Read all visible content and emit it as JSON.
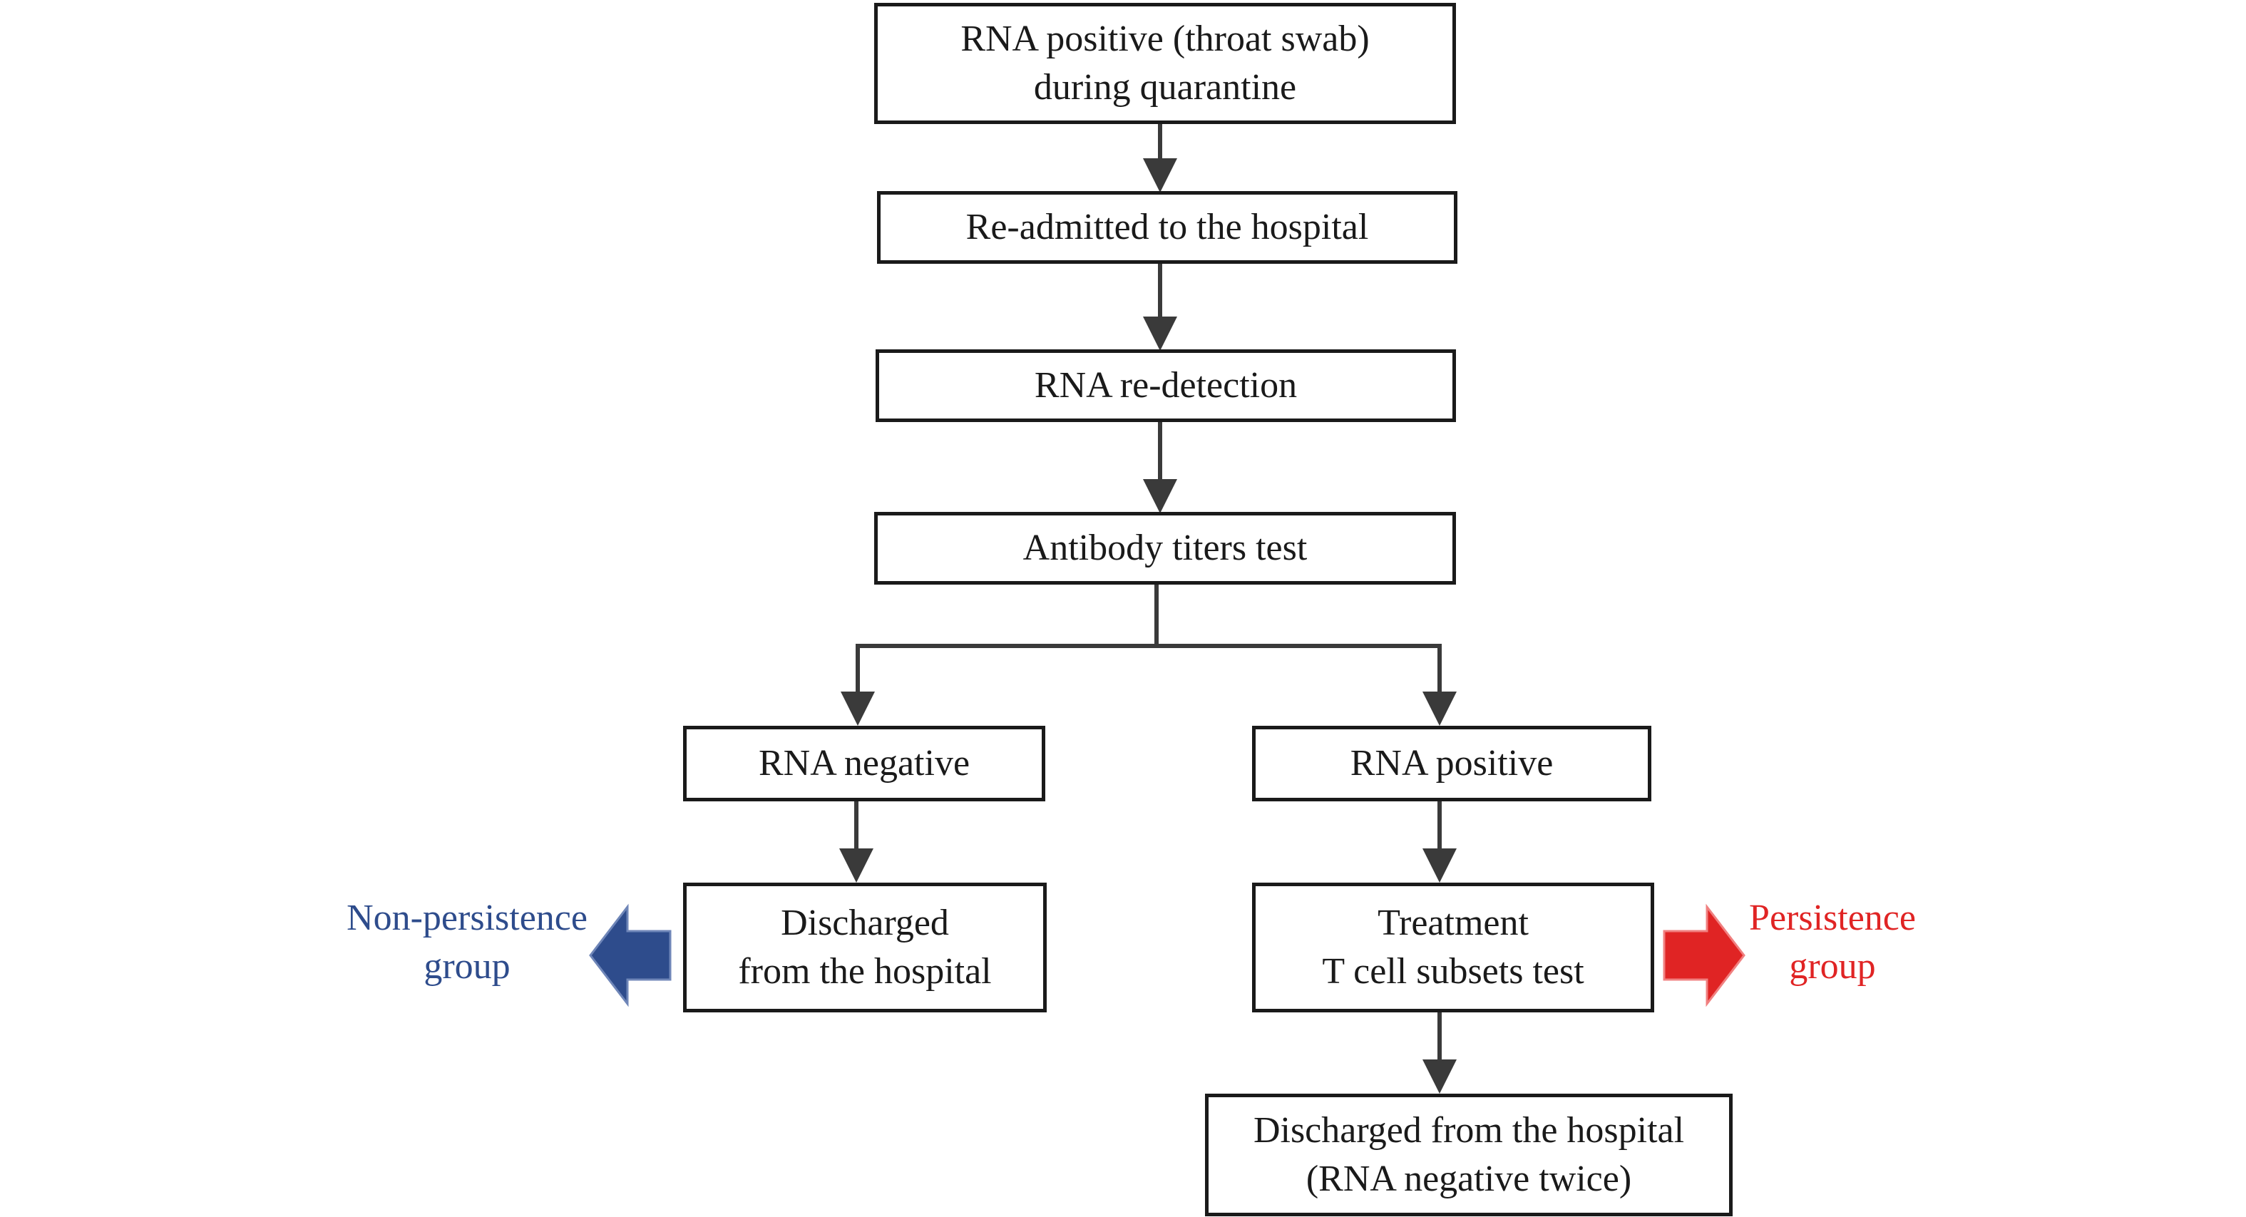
{
  "boxes": {
    "quarantine": {
      "line1": "RNA positive (throat swab)",
      "line2": "during quarantine"
    },
    "readmitted": {
      "text": "Re-admitted to the hospital"
    },
    "redetection": {
      "text": "RNA re-detection"
    },
    "antibody": {
      "text": "Antibody titers test"
    },
    "rna_negative": {
      "text": "RNA negative"
    },
    "rna_positive": {
      "text": "RNA positive"
    },
    "discharged_left": {
      "line1": "Discharged",
      "line2": "from the hospital"
    },
    "treatment": {
      "line1": "Treatment",
      "line2": "T cell subsets test"
    },
    "discharged_final": {
      "line1": "Discharged from the hospital",
      "line2": "(RNA negative twice)"
    }
  },
  "groups": {
    "non_persistence": {
      "line1": "Non-persistence",
      "line2": "group",
      "color": "#2e4c8c"
    },
    "persistence": {
      "line1": "Persistence",
      "line2": "group",
      "color": "#e02424"
    }
  },
  "colors": {
    "line": "#3a3a3a",
    "border": "#1a1a1a",
    "blue_arrow": "#2e4c8c",
    "red_arrow": "#e02424"
  }
}
